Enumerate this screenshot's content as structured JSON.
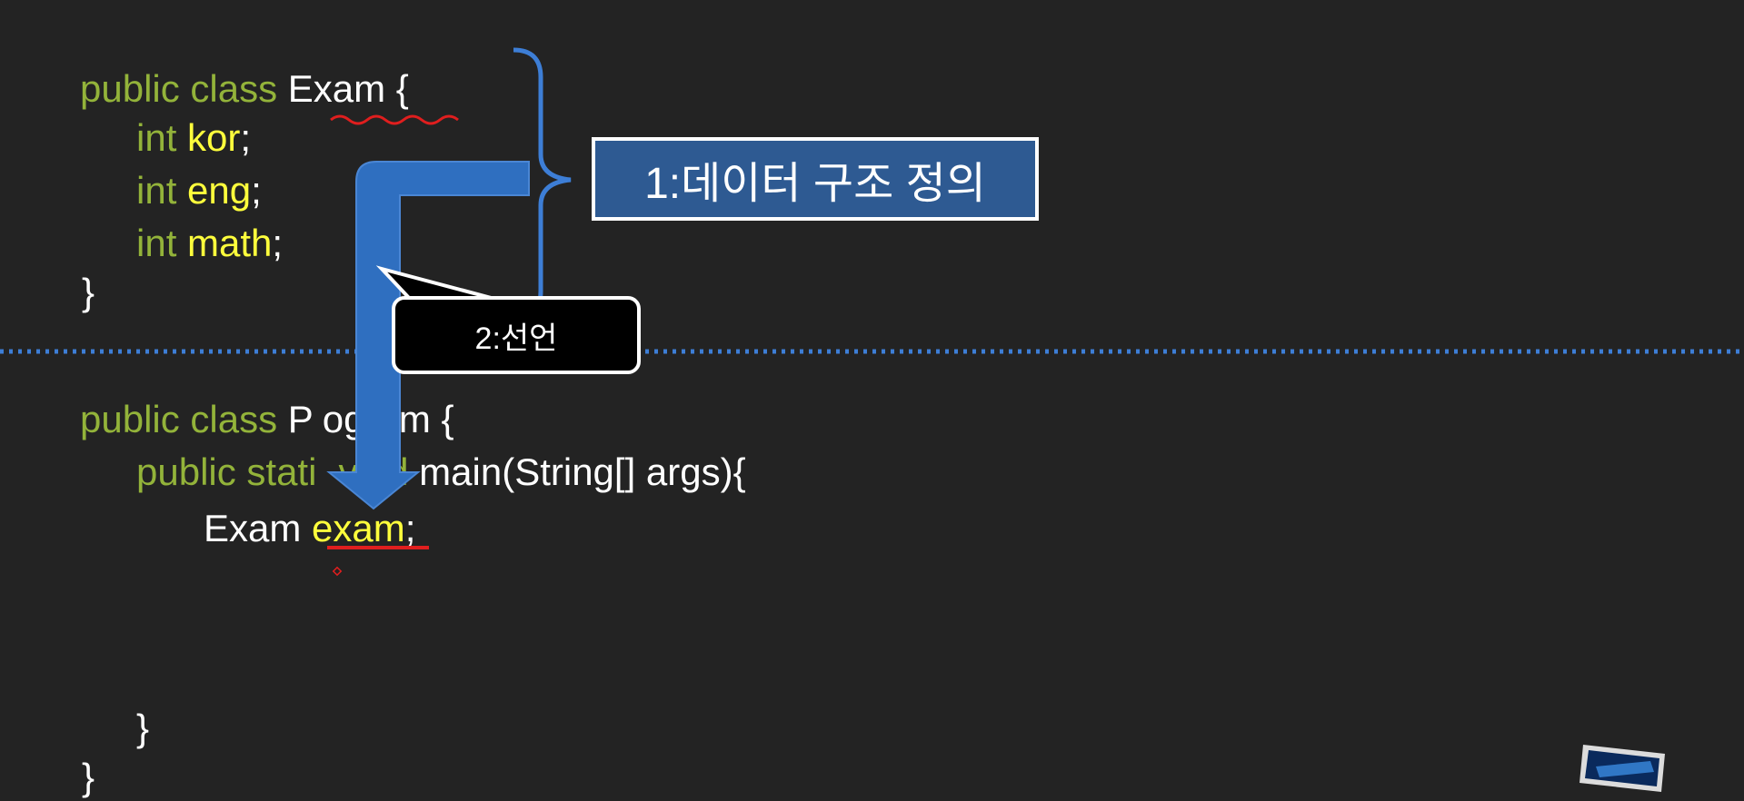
{
  "code": {
    "exam_class": {
      "kw": "public class ",
      "name": "Exam",
      "brace": " {",
      "fields": [
        {
          "type": "int ",
          "name": "kor",
          "semi": ";"
        },
        {
          "type": "int ",
          "name": "eng",
          "semi": ";"
        },
        {
          "type": "int ",
          "name": "math",
          "semi": ";"
        }
      ],
      "close": "}"
    },
    "program_class": {
      "kw": "public class ",
      "name_visible_start": "P",
      "name_visible_end": "ogram {",
      "main_kw": "public stati",
      "main_void": "void",
      "main_rest": " main(String[] args){",
      "decl_type": "Exam ",
      "decl_var": "exam",
      "decl_semi": ";",
      "inner_close": "}",
      "outer_close": "}"
    }
  },
  "annotations": {
    "callout_1": "1:데이터 구조 정의",
    "callout_2": "2:선언"
  },
  "colors": {
    "background": "#232323",
    "keyword": "#93b33a",
    "variable": "#ffff3c",
    "text": "#ffffff",
    "arrow": "#2f6fc0",
    "callout_box": "#2e5a92",
    "divider": "#3d7ed6",
    "squiggle": "#e01e1e"
  }
}
